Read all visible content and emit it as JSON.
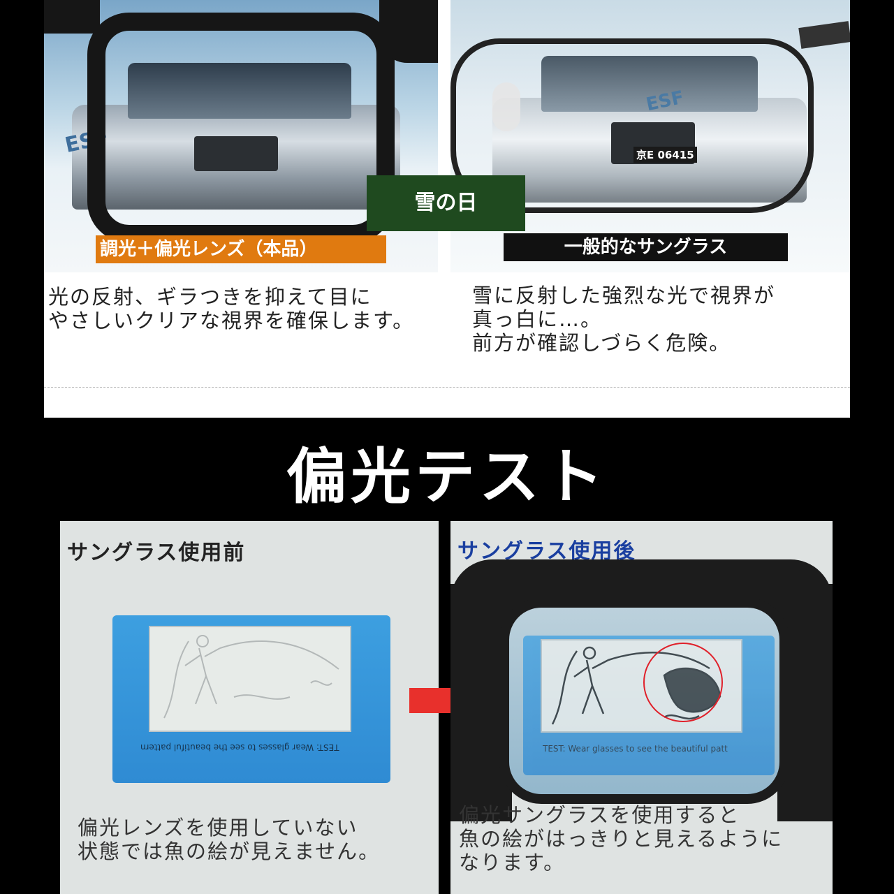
{
  "colors": {
    "center_label_bg": "#1f4a1f",
    "product_label_bg": "#e07a10",
    "generic_label_bg": "#111111",
    "after_title": "#1a3fa0",
    "arrow": "#e8302c",
    "circle": "#e0202a"
  },
  "top": {
    "center_label": "雪の日",
    "left": {
      "label": "調光＋偏光レンズ（本品）",
      "description": "光の反射、ギラつきを抑えて目に\nやさしいクリアな視界を確保します。",
      "plate": ""
    },
    "right": {
      "label": "一般的なサングラス",
      "description": "雪に反射した強烈な光で視界が\n真っ白に…。\n前方が確認しづらく危険。",
      "plate": "京E 06415"
    },
    "car_text": "ESF"
  },
  "title": "偏光テスト",
  "bottom": {
    "before": {
      "title": "サングラス使用前",
      "card_text": "TEST:  Wear glasses to see the beautiful pattern",
      "description": "偏光レンズを使用していない\n状態では魚の絵が見えません。"
    },
    "after": {
      "title": "サングラス使用後",
      "card_text": "TEST:  Wear glasses to see the beautiful patt",
      "description": "偏光サングラスを使用すると\n魚の絵がはっきりと見えるように\nなります。"
    }
  }
}
